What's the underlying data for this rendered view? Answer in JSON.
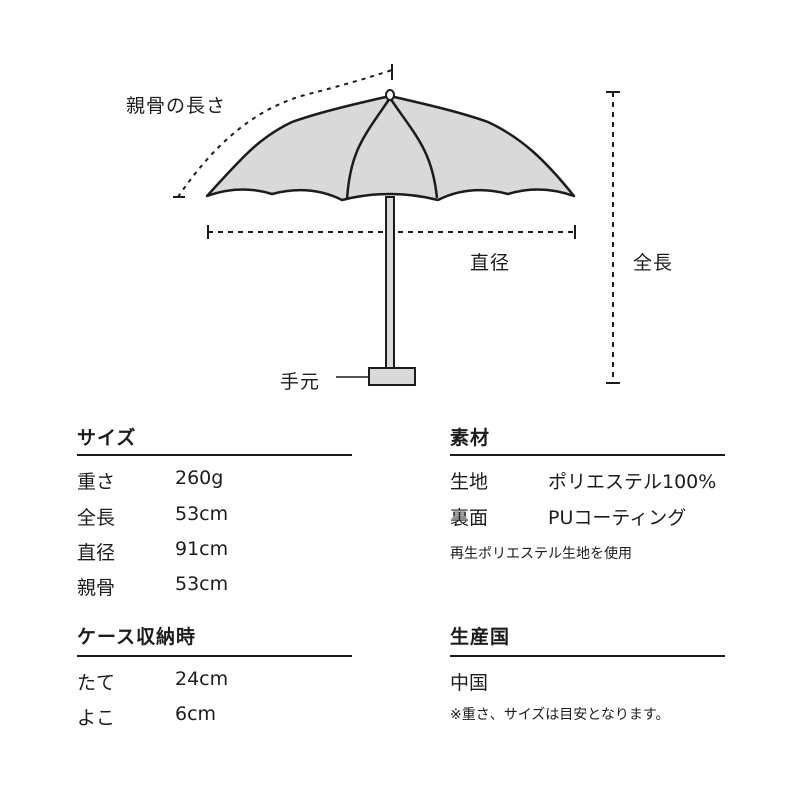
{
  "diagram": {
    "rib_length_label": "親骨の長さ",
    "diameter_label": "直径",
    "total_length_label": "全長",
    "handle_label": "手元"
  },
  "size": {
    "title": "サイズ",
    "rows": [
      {
        "key": "重さ",
        "value": "260g"
      },
      {
        "key": "全長",
        "value": "53cm"
      },
      {
        "key": "直径",
        "value": "91cm"
      },
      {
        "key": "親骨",
        "value": "53cm"
      }
    ]
  },
  "case": {
    "title": "ケース収納時",
    "rows": [
      {
        "key": "たて",
        "value": "24cm"
      },
      {
        "key": "よこ",
        "value": "6cm"
      }
    ]
  },
  "material": {
    "title": "素材",
    "rows": [
      {
        "key": "生地",
        "value": "ポリエステル100%"
      },
      {
        "key": "裏面",
        "value": "PUコーティング"
      }
    ],
    "note": "再生ポリエステル生地を使用"
  },
  "origin": {
    "title": "生産国",
    "value": "中国",
    "note": "※重さ、サイズは目安となります。"
  },
  "colors": {
    "canopy_fill": "#d9d9d9",
    "line": "#1c1c1c",
    "text": "#1c1c1c"
  }
}
